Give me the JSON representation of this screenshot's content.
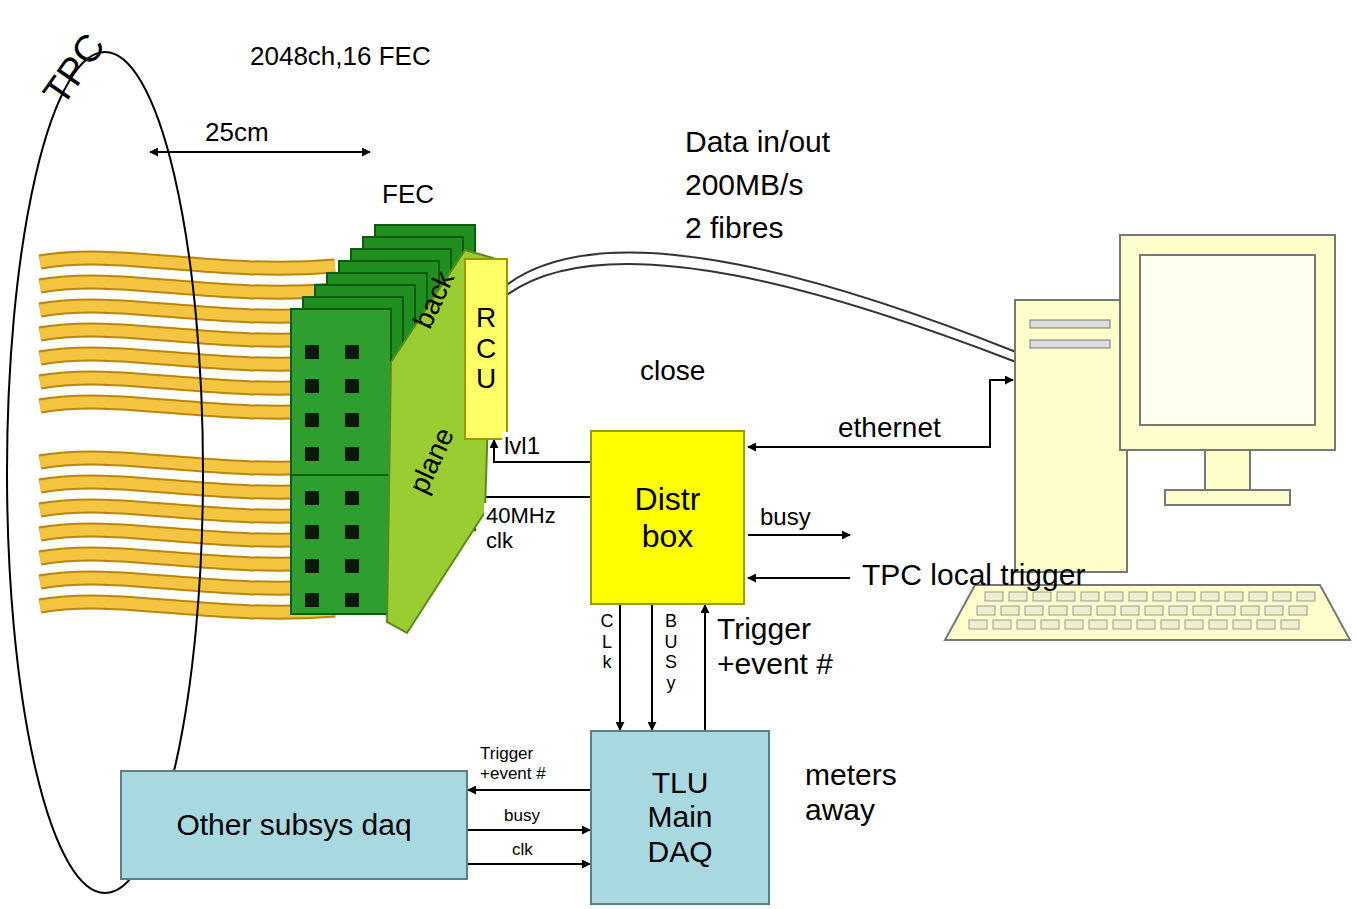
{
  "diagram": {
    "nodes": [
      {
        "text": [
          "TPC"
        ]
      },
      {
        "text": [
          "back",
          "plane"
        ]
      },
      {
        "text": [
          "RCU"
        ]
      },
      {
        "text": [
          "Distr box"
        ]
      },
      {
        "text": [
          "TLU Main DAQ"
        ]
      },
      {
        "text": [
          "Other subsys daq"
        ]
      }
    ],
    "edges": [
      {
        "from": 3,
        "to": 2,
        "label": "lvl1",
        "arrow": "to"
      },
      {
        "from": 3,
        "to": 2,
        "label": "40MHz clk",
        "arrow": "to"
      },
      {
        "from": 3,
        "to": 4,
        "label": "CLk",
        "arrow": "to"
      },
      {
        "from": 3,
        "to": 4,
        "label": "BUSy",
        "arrow": "to"
      },
      {
        "from": 4,
        "to": 3,
        "label": "Trigger +event #",
        "arrow": "to"
      },
      {
        "from": 4,
        "to": 5,
        "label": "Trigger +event #",
        "arrow": "to"
      },
      {
        "from": 5,
        "to": 4,
        "label": "busy",
        "arrow": "to"
      },
      {
        "from": 5,
        "to": 4,
        "label": "clk",
        "arrow": "to"
      }
    ],
    "labels": [
      "2048ch,16 FEC",
      "25cm",
      "FEC",
      "Data in/out",
      "200MB/s",
      "2 fibres",
      "close",
      "ethernet",
      "busy",
      "TPC local trigger",
      "meters away"
    ]
  }
}
